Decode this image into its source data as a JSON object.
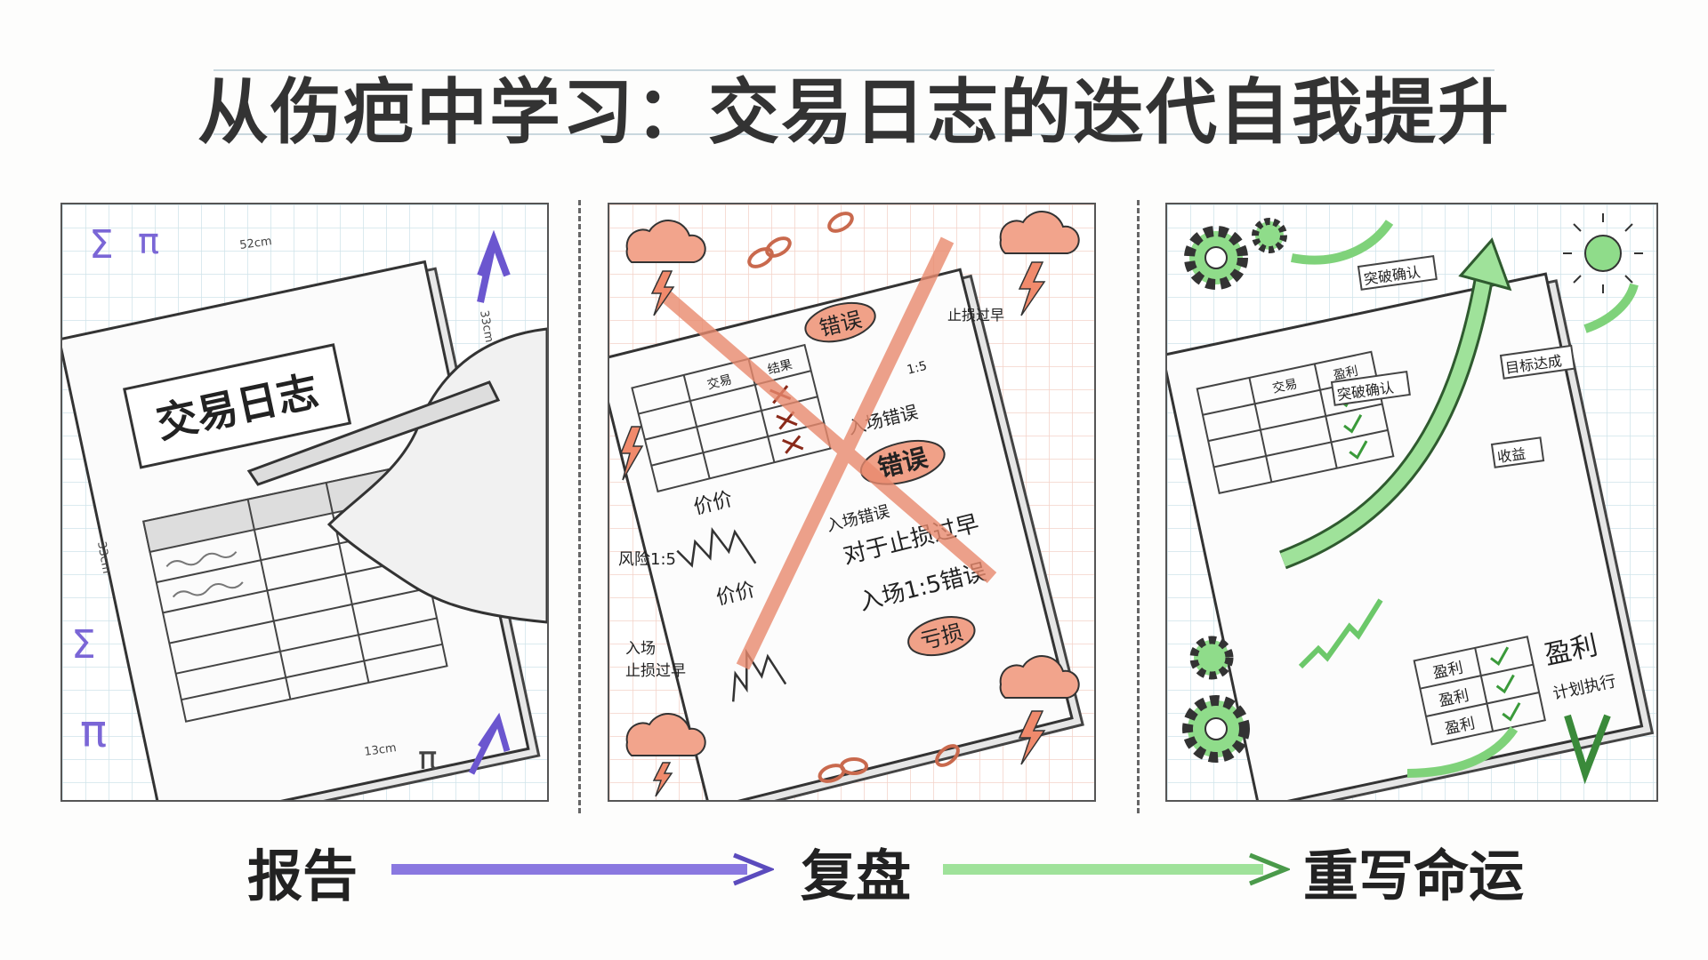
{
  "title": "从伤疤中学习：交易日志的迭代自我提升",
  "colors": {
    "purple": "#8a78e0",
    "red": "#ef8f72",
    "green": "#8fdc8a",
    "grid_blue": "#cfe3ea",
    "grid_red": "#f3d2c8"
  },
  "panels": [
    {
      "name": "report",
      "notebook_title": "交易日志",
      "dimensions": [
        "52cm",
        "33cm",
        "33cm",
        "13cm"
      ],
      "symbols": [
        "Σ",
        "π",
        "Σ",
        "π",
        "π"
      ],
      "icons": [
        "sigma-icon",
        "pi-icon",
        "arrow-up-icon",
        "pencil-hand-icon"
      ]
    },
    {
      "name": "review",
      "table_headers": [
        "交易",
        "结果"
      ],
      "labels": {
        "mistake_badge_top": "错误",
        "ratio": "1:5",
        "stop_early_side": "止损过早",
        "entry_mistake": "入场错误",
        "mistake_badge_mid": "错误",
        "price_top": "价价",
        "price_bottom": "价价",
        "risk": "风险1:5",
        "entry_mistake_2": "入场错误",
        "stop_early_big": "对于止损过早",
        "entry_ratio_mistake": "入场1:5错误",
        "loss_badge": "亏损",
        "entry_left": "入场",
        "stop_early_left": "止损过早"
      },
      "icons": [
        "storm-cloud-icon",
        "lightning-icon",
        "broken-chain-icon",
        "cross-mark-icon"
      ]
    },
    {
      "name": "rewrite",
      "table_headers": [
        "交易",
        "盈利"
      ],
      "labels": {
        "breakout_confirm_top": "突破确认",
        "target_reached": "目标达成",
        "breakout_confirm_mid": "突破确认",
        "take_profit": "收益",
        "profit_rows": [
          "盈利",
          "盈利",
          "盈利"
        ],
        "profit_big": "盈利",
        "plan_execution": "计划执行"
      },
      "icons": [
        "gear-icon",
        "sun-icon",
        "growth-arrow-icon",
        "check-icon",
        "victory-v-icon"
      ]
    }
  ],
  "steps": [
    "报告",
    "复盘",
    "重写命运"
  ]
}
